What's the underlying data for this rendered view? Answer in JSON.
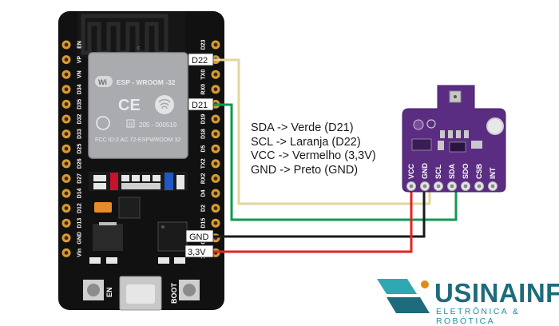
{
  "board": {
    "module_model": "ESP - WROOM -32",
    "fcc_line": "FCC ID:2 AC 72-ESPWROOM 32",
    "cert_number": "205 - 000519",
    "cert_mark": "R",
    "ce_mark": "CE",
    "wifi_badge": "Wi",
    "antenna_mark": "c",
    "en_label": "EN",
    "boot_label": "BOOT",
    "left_pins": [
      "EN",
      "VP",
      "VN",
      "D34",
      "D35",
      "D32",
      "D33",
      "D25",
      "D26",
      "D27",
      "D14",
      "D12",
      "D13",
      "GND",
      "Vin"
    ],
    "right_pins": [
      "D23",
      "D22",
      "TX0",
      "RX0",
      "D21",
      "D19",
      "D18",
      "D5",
      "TX2",
      "RX2",
      "D4",
      "D2",
      "D15",
      "GND",
      "3,3V"
    ],
    "callouts": {
      "d22": "D22",
      "d21": "D21",
      "gnd": "GND",
      "v33": "3,3V"
    }
  },
  "sensor": {
    "pins": [
      "VCC",
      "GND",
      "SCL",
      "SDA",
      "SDO",
      "CSB",
      "INT"
    ]
  },
  "notes": [
    "SDA -> Verde (D21)",
    "SCL -> Laranja (D22)",
    "VCC -> Vermelho (3,3V)",
    "GND -> Preto (GND)"
  ],
  "brand": {
    "name": "USINAINFO",
    "tagline": "ELETRÔNICA & ROBÓTICA"
  },
  "colors": {
    "board": "#111111",
    "module": "#a9abae",
    "sensor": "#5b2d82",
    "wire_green": "#0d9b50",
    "wire_yellow": "#e3d69a",
    "wire_black": "#1a1a1a",
    "wire_red": "#e02521",
    "pin_ring": "#d89a32",
    "brand": "#1d6b7c"
  }
}
